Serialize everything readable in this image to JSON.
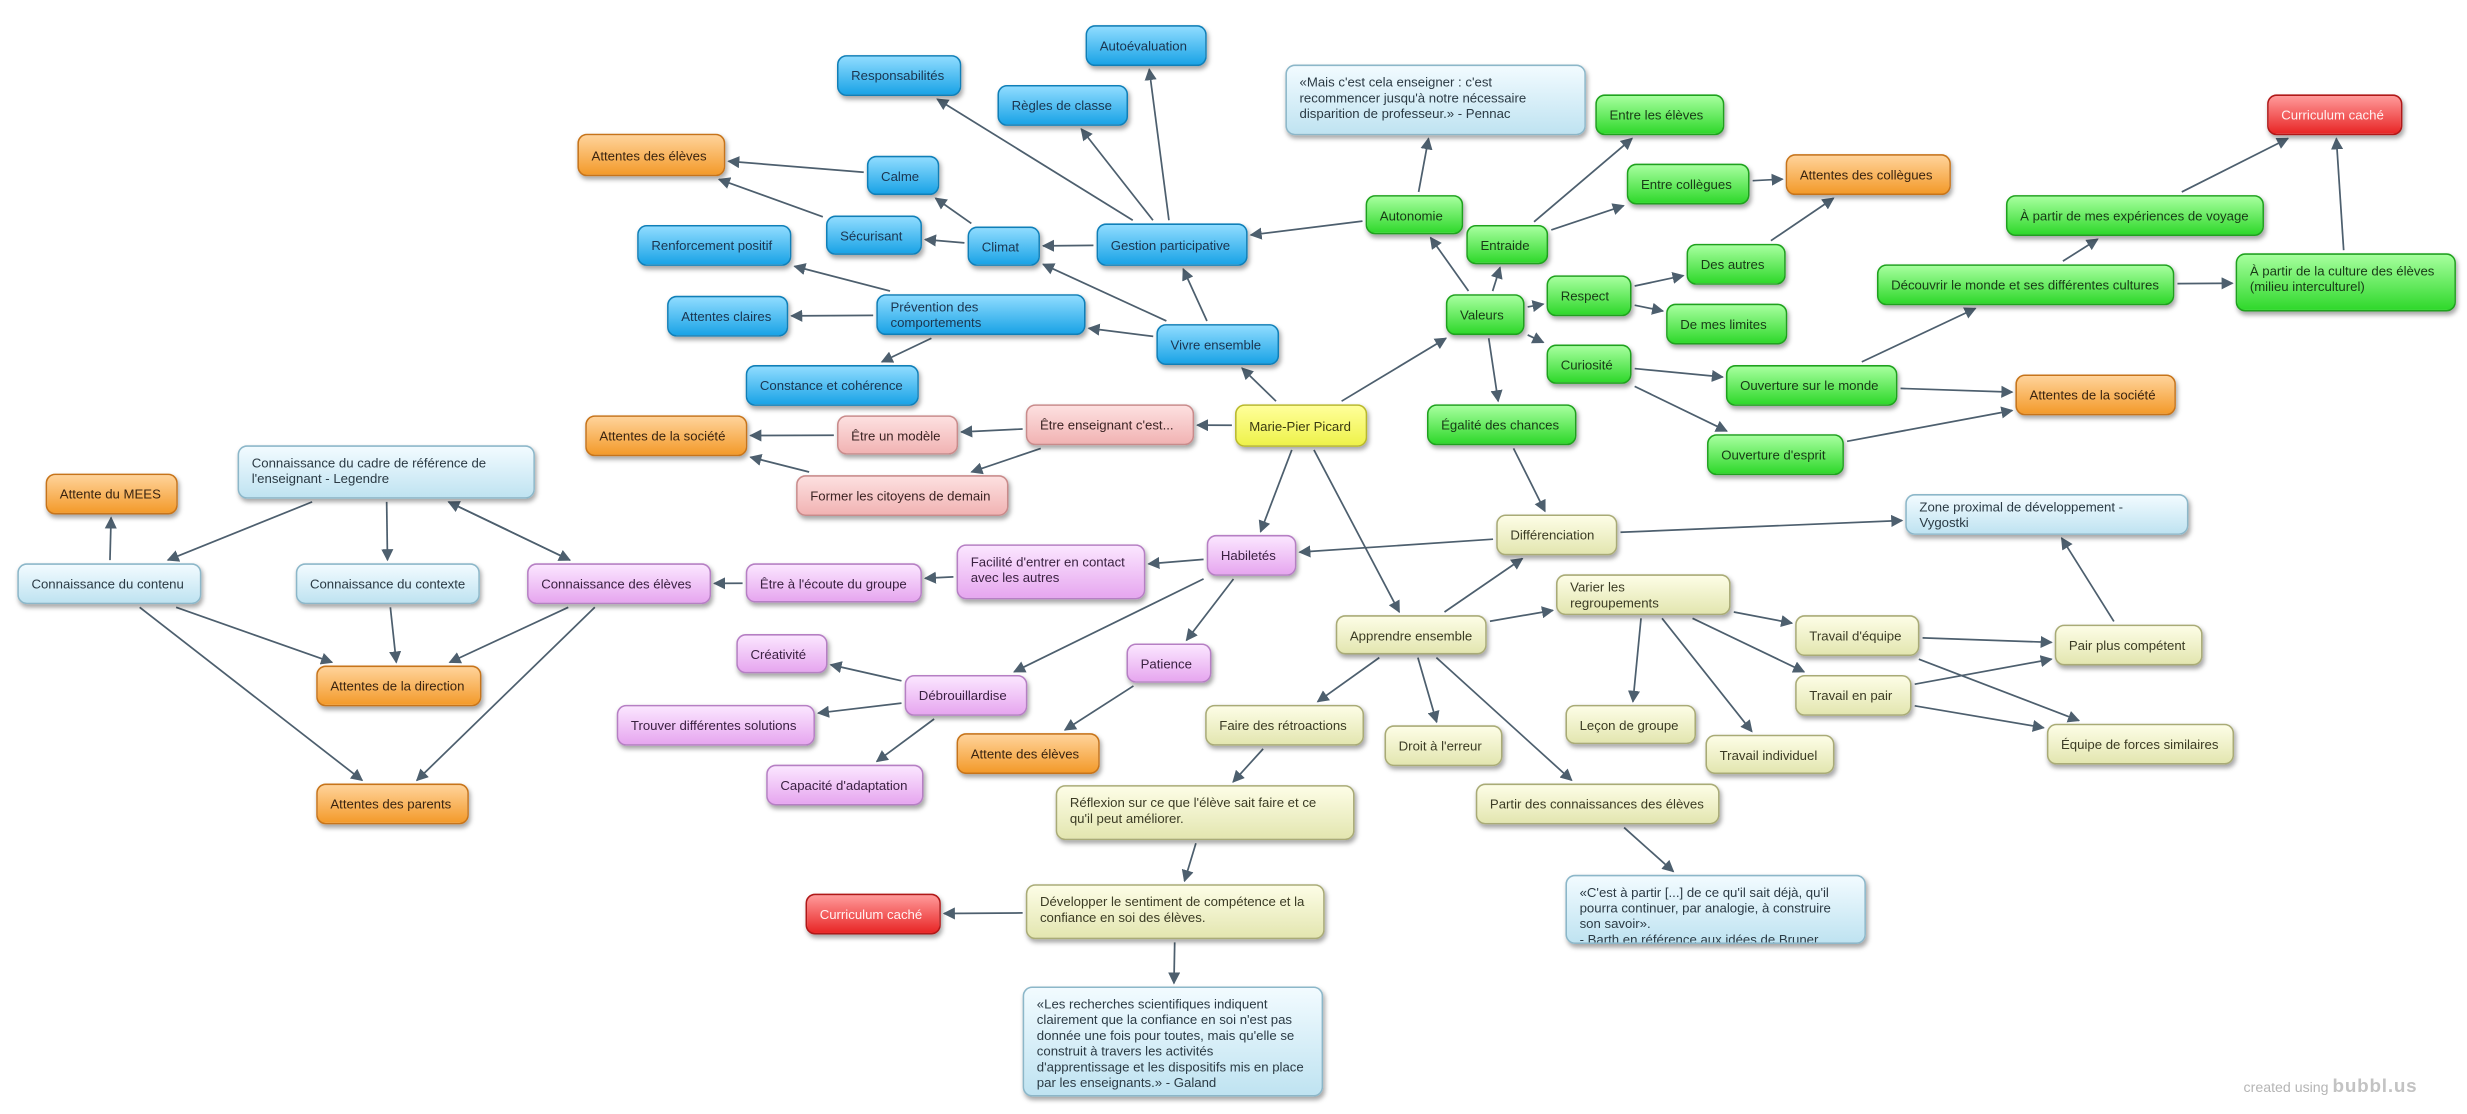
{
  "nodes": [
    {
      "id": "center",
      "text": "Marie-Pier Picard",
      "color": "yellow"
    },
    {
      "id": "vivre",
      "text": "Vivre ensemble",
      "color": "blue"
    },
    {
      "id": "gestion",
      "text": "Gestion participative",
      "color": "blue"
    },
    {
      "id": "prevention",
      "text": "Prévention des comportements",
      "color": "blue"
    },
    {
      "id": "climat",
      "text": "Climat",
      "color": "blue"
    },
    {
      "id": "calme",
      "text": "Calme",
      "color": "blue"
    },
    {
      "id": "securisant",
      "text": "Sécurisant",
      "color": "blue"
    },
    {
      "id": "renforcement",
      "text": "Renforcement positif",
      "color": "blue"
    },
    {
      "id": "attentes_claires",
      "text": "Attentes claires",
      "color": "blue"
    },
    {
      "id": "constance",
      "text": "Constance et cohérence",
      "color": "blue"
    },
    {
      "id": "responsabilites",
      "text": "Responsabilités",
      "color": "blue"
    },
    {
      "id": "regles",
      "text": "Règles de classe",
      "color": "blue"
    },
    {
      "id": "autoevaluation",
      "text": "Autoévaluation",
      "color": "blue"
    },
    {
      "id": "att_eleves1",
      "text": "Attentes des élèves",
      "color": "orange"
    },
    {
      "id": "autonomie",
      "text": "Autonomie",
      "color": "green"
    },
    {
      "id": "pennac",
      "text": "«Mais c'est cela enseigner : c'est recommencer jusqu'à notre nécessaire disparition de professeur.» - Pennac",
      "color": "lblue"
    },
    {
      "id": "valeurs",
      "text": "Valeurs",
      "color": "green"
    },
    {
      "id": "entraide",
      "text": "Entraide",
      "color": "green"
    },
    {
      "id": "entre_eleves",
      "text": "Entre les élèves",
      "color": "green"
    },
    {
      "id": "entre_collegues",
      "text": "Entre collègues",
      "color": "green"
    },
    {
      "id": "att_collegues",
      "text": "Attentes des collègues",
      "color": "orange"
    },
    {
      "id": "respect",
      "text": "Respect",
      "color": "green"
    },
    {
      "id": "des_autres",
      "text": "Des autres",
      "color": "green"
    },
    {
      "id": "mes_limites",
      "text": "De mes limites",
      "color": "green"
    },
    {
      "id": "curiosite",
      "text": "Curiosité",
      "color": "green"
    },
    {
      "id": "ouverture_monde",
      "text": "Ouverture sur le monde",
      "color": "green"
    },
    {
      "id": "ouverture_esprit",
      "text": "Ouverture d'esprit",
      "color": "green"
    },
    {
      "id": "att_societe2",
      "text": "Attentes de la société",
      "color": "orange"
    },
    {
      "id": "decouvrir",
      "text": "Découvrir le monde et ses différentes cultures",
      "color": "green"
    },
    {
      "id": "voyage",
      "text": "À partir de mes expériences de voyage",
      "color": "green"
    },
    {
      "id": "culture",
      "text": "À partir de la culture des élèves (milieu interculturel)",
      "color": "green"
    },
    {
      "id": "curriculum1",
      "text": "Curriculum caché",
      "color": "red"
    },
    {
      "id": "egalite",
      "text": "Égalité des chances",
      "color": "green"
    },
    {
      "id": "etre_ens",
      "text": "Être enseignant c'est...",
      "color": "pink"
    },
    {
      "id": "modele",
      "text": "Être un modèle",
      "color": "pink"
    },
    {
      "id": "citoyens",
      "text": "Former les citoyens de demain",
      "color": "pink"
    },
    {
      "id": "att_societe1",
      "text": "Attentes de la société",
      "color": "orange"
    },
    {
      "id": "habiletes",
      "text": "Habiletés",
      "color": "purple"
    },
    {
      "id": "facilite",
      "text": "Facilité d'entrer en contact avec les autres",
      "color": "purple"
    },
    {
      "id": "ecoute",
      "text": "Être à l'écoute du groupe",
      "color": "purple"
    },
    {
      "id": "debrouillardise",
      "text": "Débrouillardise",
      "color": "purple"
    },
    {
      "id": "creativite",
      "text": "Créativité",
      "color": "purple"
    },
    {
      "id": "solutions",
      "text": "Trouver différentes solutions",
      "color": "purple"
    },
    {
      "id": "adaptation",
      "text": "Capacité d'adaptation",
      "color": "purple"
    },
    {
      "id": "patience",
      "text": "Patience",
      "color": "purple"
    },
    {
      "id": "att_eleves2",
      "text": "Attente des élèves",
      "color": "orange"
    },
    {
      "id": "conn_eleves",
      "text": "Connaissance des élèves",
      "color": "purple"
    },
    {
      "id": "conn_cadre",
      "text": "Connaissance du cadre de référence de l'enseignant - Legendre",
      "color": "lblue"
    },
    {
      "id": "conn_contenu",
      "text": "Connaissance du contenu",
      "color": "lblue"
    },
    {
      "id": "conn_contexte",
      "text": "Connaissance du contexte",
      "color": "lblue"
    },
    {
      "id": "att_mees",
      "text": "Attente du MEES",
      "color": "orange"
    },
    {
      "id": "att_direction",
      "text": "Attentes de la direction",
      "color": "orange"
    },
    {
      "id": "att_parents",
      "text": "Attentes des parents",
      "color": "orange"
    },
    {
      "id": "differenciation",
      "text": "Différenciation",
      "color": "lyellow"
    },
    {
      "id": "zone",
      "text": "Zone proximal de développement - Vygostki",
      "color": "lblue"
    },
    {
      "id": "apprendre",
      "text": "Apprendre ensemble",
      "color": "lyellow"
    },
    {
      "id": "varier",
      "text": "Varier les regroupements",
      "color": "lyellow"
    },
    {
      "id": "travail_equipe",
      "text": "Travail d'équipe",
      "color": "lyellow"
    },
    {
      "id": "travail_pair",
      "text": "Travail en pair",
      "color": "lyellow"
    },
    {
      "id": "pair_competent",
      "text": "Pair plus compétent",
      "color": "lyellow"
    },
    {
      "id": "equipe_forces",
      "text": "Équipe de forces similaires",
      "color": "lyellow"
    },
    {
      "id": "lecon",
      "text": "Leçon de groupe",
      "color": "lyellow"
    },
    {
      "id": "individuel",
      "text": "Travail individuel",
      "color": "lyellow"
    },
    {
      "id": "retroactions",
      "text": "Faire des rétroactions",
      "color": "lyellow"
    },
    {
      "id": "droit_erreur",
      "text": "Droit à l'erreur",
      "color": "lyellow"
    },
    {
      "id": "partir_conn",
      "text": "Partir des connaissances des élèves",
      "color": "lyellow"
    },
    {
      "id": "reflexion",
      "text": "Réflexion sur ce que l'élève sait faire et ce qu'il peut améliorer.",
      "color": "lyellow"
    },
    {
      "id": "developper",
      "text": "Développer le sentiment de compétence et la confiance en soi des élèves.",
      "color": "lyellow"
    },
    {
      "id": "curriculum2",
      "text": "Curriculum caché",
      "color": "red"
    },
    {
      "id": "galand",
      "text": "«Les recherches scientifiques indiquent clairement que la confiance en soi n'est pas donnée une fois pour toutes, mais qu'elle se construit à travers les activités d'apprentissage et les dispositifs mis en place par les enseignants.» - Galand",
      "color": "lblue"
    },
    {
      "id": "barth",
      "text": "«C'est à partir [...] de ce qu'il sait déjà, qu'il pourra continuer, par analogie, à construire son savoir».\n- Barth en référence aux idées de Bruner",
      "color": "lblue"
    }
  ],
  "edges": [
    [
      "center",
      "vivre"
    ],
    [
      "vivre",
      "gestion"
    ],
    [
      "vivre",
      "prevention"
    ],
    [
      "vivre",
      "climat"
    ],
    [
      "gestion",
      "climat"
    ],
    [
      "gestion",
      "responsabilites"
    ],
    [
      "gestion",
      "regles"
    ],
    [
      "gestion",
      "autoevaluation"
    ],
    [
      "climat",
      "calme"
    ],
    [
      "climat",
      "securisant"
    ],
    [
      "calme",
      "att_eleves1"
    ],
    [
      "securisant",
      "att_eleves1"
    ],
    [
      "prevention",
      "renforcement"
    ],
    [
      "prevention",
      "attentes_claires"
    ],
    [
      "prevention",
      "constance"
    ],
    [
      "autonomie",
      "gestion"
    ],
    [
      "autonomie",
      "pennac"
    ],
    [
      "center",
      "valeurs"
    ],
    [
      "valeurs",
      "autonomie"
    ],
    [
      "valeurs",
      "entraide"
    ],
    [
      "valeurs",
      "respect"
    ],
    [
      "valeurs",
      "curiosite"
    ],
    [
      "valeurs",
      "egalite"
    ],
    [
      "entraide",
      "entre_eleves"
    ],
    [
      "entraide",
      "entre_collegues"
    ],
    [
      "entre_collegues",
      "att_collegues"
    ],
    [
      "respect",
      "des_autres"
    ],
    [
      "respect",
      "mes_limites"
    ],
    [
      "des_autres",
      "att_collegues"
    ],
    [
      "curiosite",
      "ouverture_monde"
    ],
    [
      "curiosite",
      "ouverture_esprit"
    ],
    [
      "ouverture_monde",
      "att_societe2"
    ],
    [
      "ouverture_esprit",
      "att_societe2"
    ],
    [
      "ouverture_monde",
      "decouvrir"
    ],
    [
      "decouvrir",
      "voyage"
    ],
    [
      "decouvrir",
      "culture"
    ],
    [
      "voyage",
      "curriculum1"
    ],
    [
      "culture",
      "curriculum1"
    ],
    [
      "egalite",
      "differenciation"
    ],
    [
      "center",
      "etre_ens"
    ],
    [
      "etre_ens",
      "modele"
    ],
    [
      "etre_ens",
      "citoyens"
    ],
    [
      "modele",
      "att_societe1"
    ],
    [
      "citoyens",
      "att_societe1"
    ],
    [
      "center",
      "habiletes"
    ],
    [
      "habiletes",
      "facilite"
    ],
    [
      "facilite",
      "ecoute"
    ],
    [
      "ecoute",
      "conn_eleves"
    ],
    [
      "habiletes",
      "debrouillardise"
    ],
    [
      "habiletes",
      "patience"
    ],
    [
      "patience",
      "att_eleves2"
    ],
    [
      "debrouillardise",
      "creativite"
    ],
    [
      "debrouillardise",
      "solutions"
    ],
    [
      "debrouillardise",
      "adaptation"
    ],
    [
      "conn_cadre",
      "conn_contenu"
    ],
    [
      "conn_cadre",
      "conn_contexte"
    ],
    [
      "conn_cadre",
      "conn_eleves"
    ],
    [
      "conn_eleves",
      "conn_cadre"
    ],
    [
      "conn_contenu",
      "att_mees"
    ],
    [
      "conn_contenu",
      "att_direction"
    ],
    [
      "conn_contenu",
      "att_parents"
    ],
    [
      "conn_contexte",
      "att_direction"
    ],
    [
      "conn_eleves",
      "att_direction"
    ],
    [
      "conn_eleves",
      "att_parents"
    ],
    [
      "differenciation",
      "habiletes"
    ],
    [
      "differenciation",
      "zone"
    ],
    [
      "center",
      "apprendre"
    ],
    [
      "apprendre",
      "differenciation"
    ],
    [
      "apprendre",
      "varier"
    ],
    [
      "apprendre",
      "retroactions"
    ],
    [
      "apprendre",
      "droit_erreur"
    ],
    [
      "apprendre",
      "partir_conn"
    ],
    [
      "varier",
      "travail_equipe"
    ],
    [
      "varier",
      "travail_pair"
    ],
    [
      "varier",
      "lecon"
    ],
    [
      "varier",
      "individuel"
    ],
    [
      "travail_equipe",
      "pair_competent"
    ],
    [
      "travail_equipe",
      "equipe_forces"
    ],
    [
      "travail_pair",
      "pair_competent"
    ],
    [
      "travail_pair",
      "equipe_forces"
    ],
    [
      "pair_competent",
      "zone"
    ],
    [
      "retroactions",
      "reflexion"
    ],
    [
      "reflexion",
      "developper"
    ],
    [
      "developper",
      "curriculum2"
    ],
    [
      "developper",
      "galand"
    ],
    [
      "partir_conn",
      "barth"
    ]
  ],
  "credit": {
    "prefix": "created using",
    "brand": "bubbl.us"
  }
}
